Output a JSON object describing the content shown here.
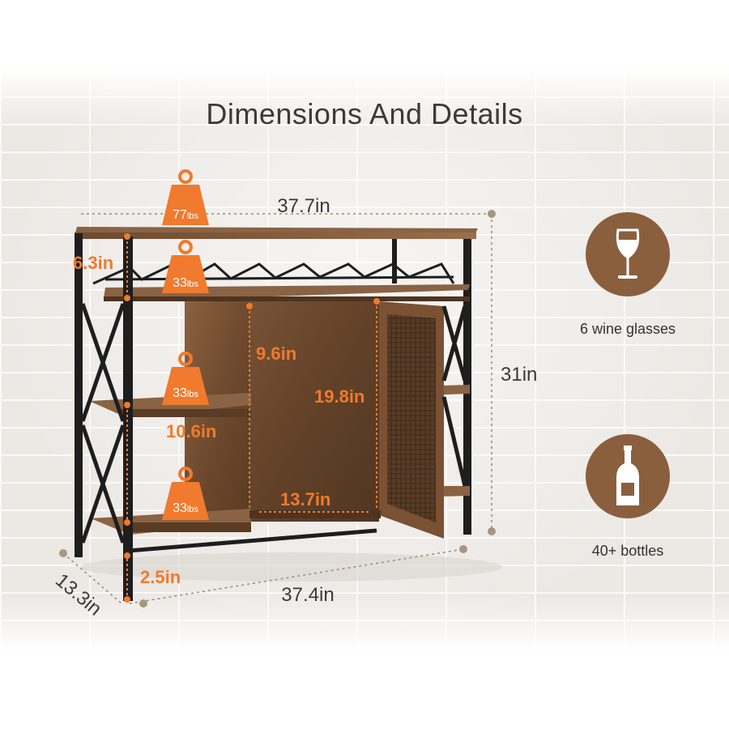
{
  "title": "Dimensions And Details",
  "dimensions": {
    "top_width": "37.7in",
    "bottom_width": "37.4in",
    "height": "31in",
    "depth": "13.3in",
    "top_gap": "6.3in",
    "inner_upper": "9.6in",
    "cabinet_height": "19.8in",
    "shelf_gap": "10.6in",
    "cabinet_width": "13.7in",
    "foot_height": "2.5in"
  },
  "weights": [
    {
      "value": "77",
      "unit": "lbs"
    },
    {
      "value": "33",
      "unit": "lbs"
    },
    {
      "value": "33",
      "unit": "lbs"
    },
    {
      "value": "33",
      "unit": "lbs"
    }
  ],
  "features": [
    {
      "icon": "wine-glass-icon",
      "label": "6 wine glasses"
    },
    {
      "icon": "wine-bottle-icon",
      "label": "40+ bottles"
    }
  ],
  "colors": {
    "accent_orange": "#f07a2d",
    "feature_brown": "#8a5f3e",
    "frame_black": "#1e1e1e",
    "wood": "#7a5132",
    "text_dark": "#3a3a3a"
  }
}
